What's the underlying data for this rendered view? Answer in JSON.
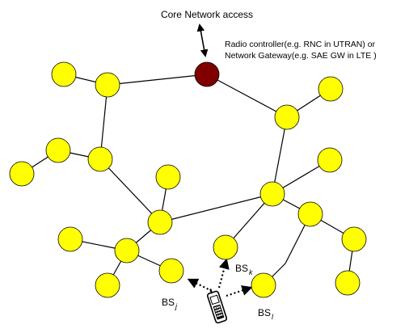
{
  "core_label": "Core Network access",
  "annotation": {
    "line1": "Radio controller(e.g. RNC in UTRAN) or",
    "line2": "Network Gateway(e.g. SAE GW in LTE )"
  },
  "bs_labels": [
    {
      "id": "bs-j",
      "base": "BS",
      "sub": "j"
    },
    {
      "id": "bs-k",
      "base": "BS",
      "sub": "k"
    },
    {
      "id": "bs-l",
      "base": "BS",
      "sub": "l"
    }
  ],
  "colors": {
    "base_station": "#ffff00",
    "gateway": "#800000",
    "line": "#000000"
  },
  "device_icon": "mobile-phone-icon"
}
